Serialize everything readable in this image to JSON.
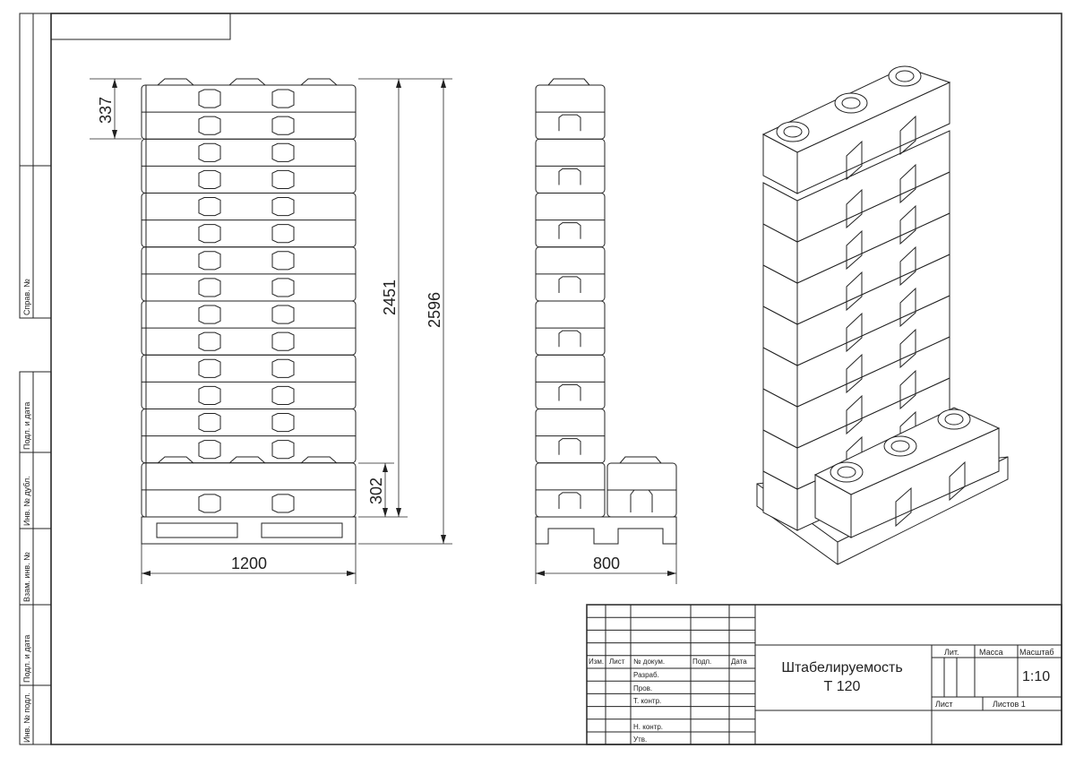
{
  "side_strip": {
    "sprav_no": "Справ. №",
    "podp_data_1": "Подл. и дата",
    "inv_dubl": "Инв. № дубл.",
    "vzam_inv": "Взам. инв. №",
    "podp_data_2": "Подл. и дата",
    "inv_podl": "Инв. № подл."
  },
  "dimensions": {
    "tier_height": "337",
    "stack_height": "2451",
    "total_height": "2596",
    "bottom_tier": "302",
    "width": "1200",
    "depth": "800"
  },
  "title_block": {
    "headers": {
      "izm": "Изм.",
      "list": "Лист",
      "doc_no": "№ докум.",
      "podp": "Подп.",
      "data": "Дата"
    },
    "roles": [
      "Разраб.",
      "Пров.",
      "Т. контр.",
      "Н. контр.",
      "Утв."
    ],
    "title_line1": "Штабелируемость",
    "title_line2": "Т 120",
    "lit_label": "Лит.",
    "mass_label": "Масса",
    "scale_label": "Масштаб",
    "scale_value": "1:10",
    "sheet_label": "Лист",
    "sheets_label": "Листов 1"
  },
  "views": {
    "front_tiers": 8,
    "side_tiers": 8,
    "iso_tiers": 9
  }
}
